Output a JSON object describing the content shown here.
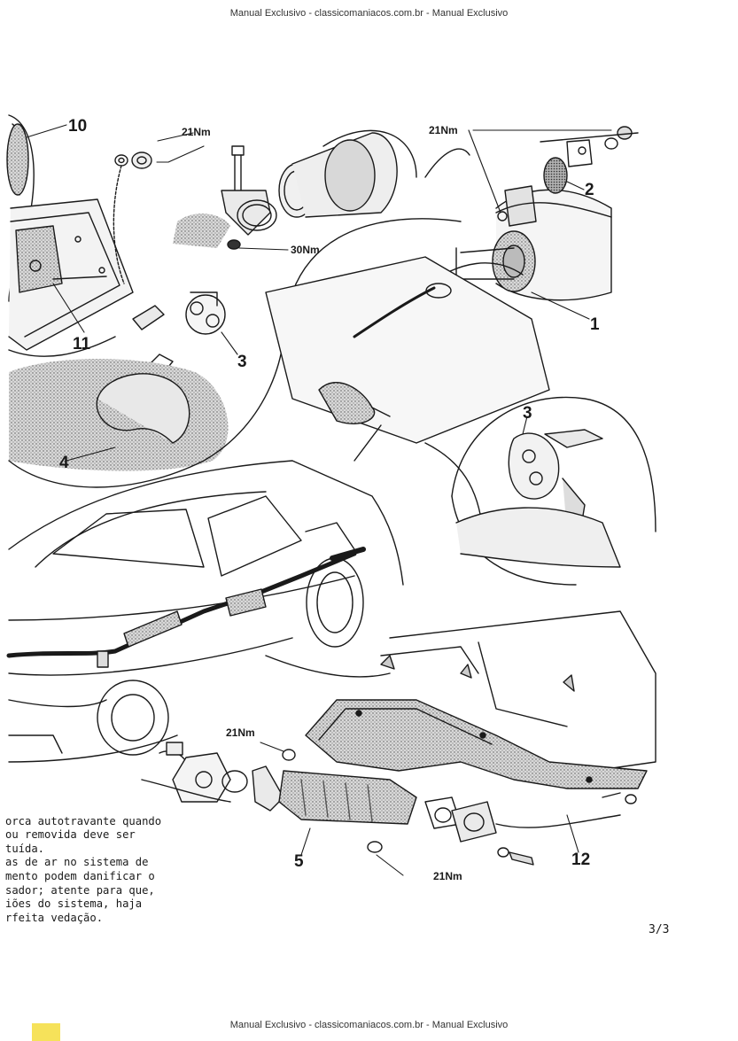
{
  "header": {
    "watermark": "Manual Exclusivo - classicomaniacos.com.br - Manual  Exclusivo"
  },
  "footer": {
    "watermark": "Manual Exclusivo - classicomaniacos.com.br - Manual  Exclusivo",
    "page_number": "3/3"
  },
  "callouts": {
    "c1": "1",
    "c2": "2",
    "c3a": "3",
    "c3b": "3",
    "c4": "4",
    "c5": "5",
    "c10": "10",
    "c11": "11",
    "c12": "12"
  },
  "torques": {
    "t_top_left": "21Nm",
    "t_top_right": "21Nm",
    "t_clamp": "30Nm",
    "t_cat_top": "21Nm",
    "t_cat_bottom": "21Nm"
  },
  "notes": {
    "lines": [
      "orca autotravante quando",
      "ou removida deve ser",
      "tuída.",
      "as de ar no sistema de",
      "mento podem danificar o",
      "sador; atente para que,",
      "iões do sistema, haja",
      "rfeita vedação."
    ]
  },
  "colors": {
    "ink": "#1a1a1a",
    "shade": "#8a8a8a",
    "paper": "#ffffff",
    "corner_mark": "#f6e25a"
  }
}
